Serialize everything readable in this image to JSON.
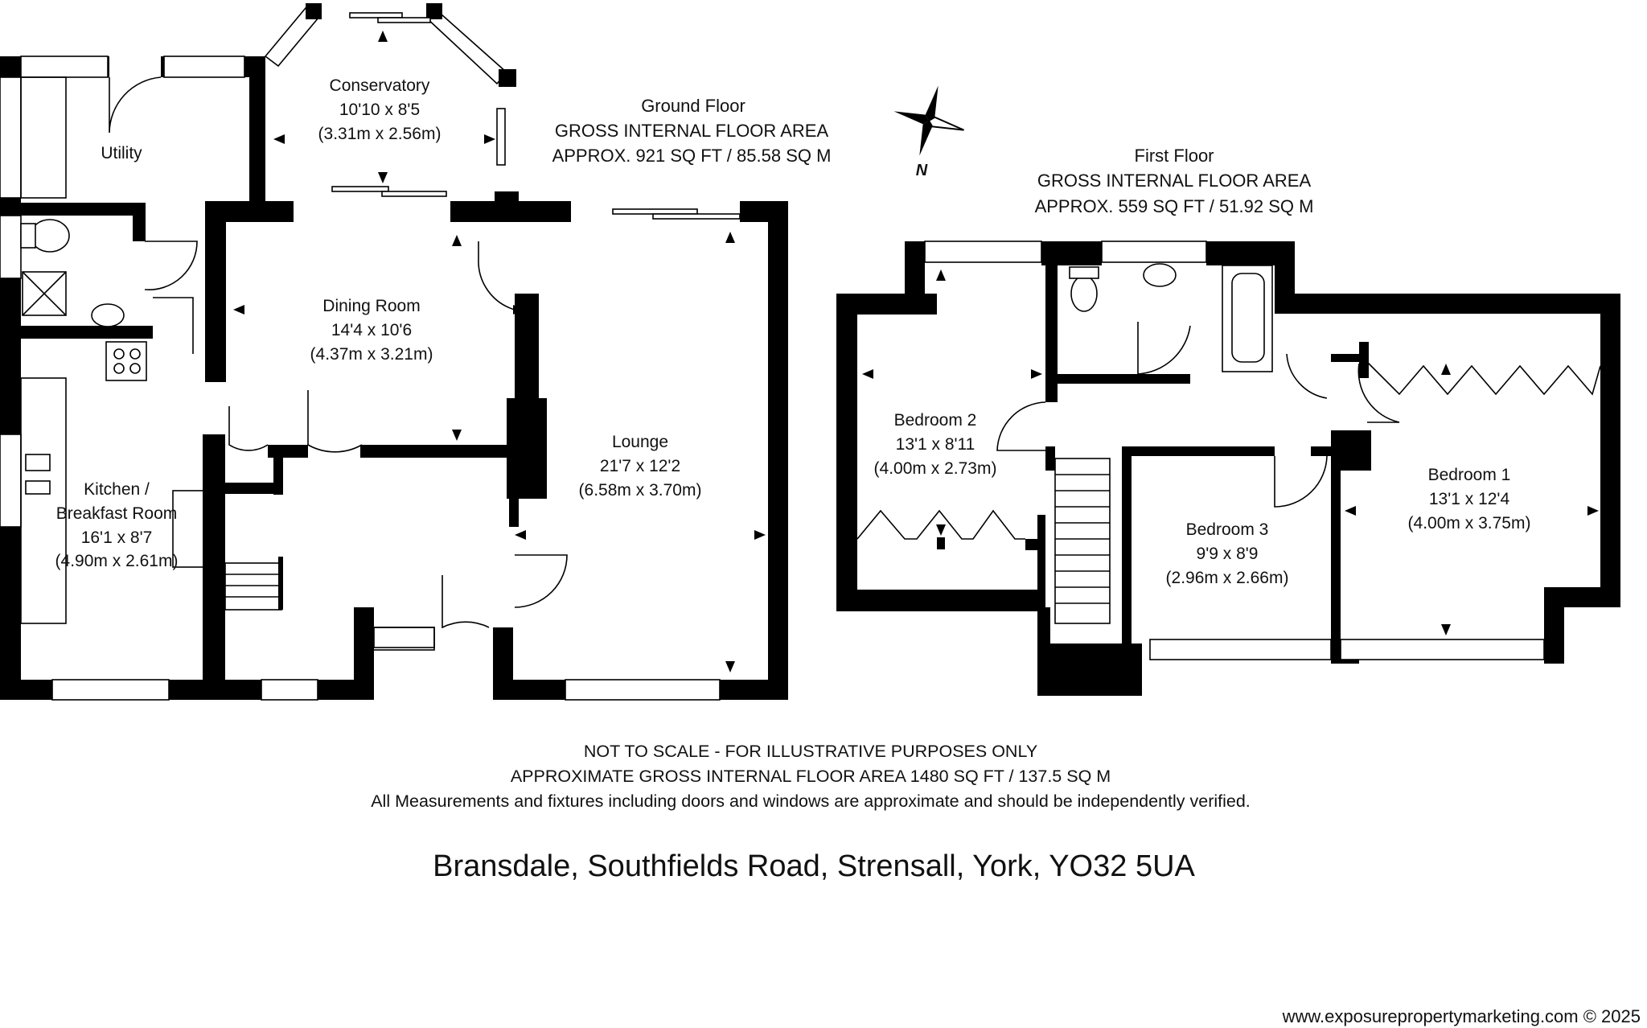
{
  "ground_floor": {
    "title": "Ground Floor",
    "area_label": "GROSS INTERNAL FLOOR AREA",
    "area_value": "APPROX. 921 SQ FT / 85.58 SQ M",
    "rooms": {
      "utility": {
        "name": "Utility"
      },
      "conservatory": {
        "name": "Conservatory",
        "imperial": "10'10 x 8'5",
        "metric": "(3.31m x 2.56m)"
      },
      "dining": {
        "name": "Dining Room",
        "imperial": "14'4 x 10'6",
        "metric": "(4.37m x 3.21m)"
      },
      "kitchen": {
        "name_line1": "Kitchen /",
        "name_line2": "Breakfast Room",
        "imperial": "16'1 x 8'7",
        "metric": "(4.90m x 2.61m)"
      },
      "lounge": {
        "name": "Lounge",
        "imperial": "21'7 x 12'2",
        "metric": "(6.58m x 3.70m)"
      }
    }
  },
  "first_floor": {
    "title": "First Floor",
    "area_label": "GROSS INTERNAL FLOOR AREA",
    "area_value": "APPROX. 559 SQ FT / 51.92 SQ M",
    "rooms": {
      "bedroom2": {
        "name": "Bedroom 2",
        "imperial": "13'1 x 8'11",
        "metric": "(4.00m x 2.73m)"
      },
      "bedroom3": {
        "name": "Bedroom 3",
        "imperial": "9'9 x 8'9",
        "metric": "(2.96m x 2.66m)"
      },
      "bedroom1": {
        "name": "Bedroom 1",
        "imperial": "13'1 x 12'4",
        "metric": "(4.00m x 3.75m)"
      }
    }
  },
  "compass": {
    "label": "N",
    "icon": "compass-rose-icon"
  },
  "notes": {
    "line1": "NOT TO SCALE - FOR ILLUSTRATIVE PURPOSES ONLY",
    "line2": "APPROXIMATE GROSS INTERNAL FLOOR AREA 1480 SQ FT / 137.5 SQ M",
    "line3": "All Measurements and fixtures including doors and windows are approximate and should be independently verified."
  },
  "address": "Bransdale, Southfields Road, Strensall, York, YO32 5UA",
  "footer": "www.exposurepropertymarketing.com © 2025"
}
